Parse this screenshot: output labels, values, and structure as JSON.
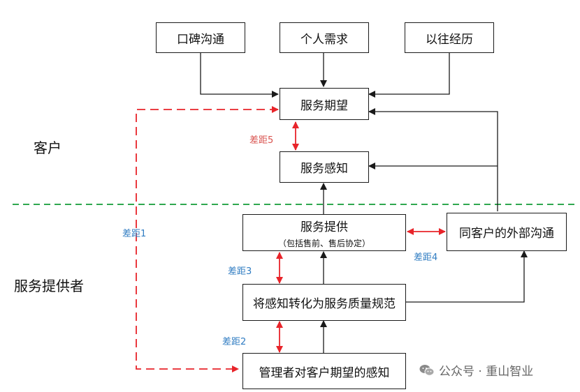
{
  "nodes": {
    "word_of_mouth": "口碑沟通",
    "personal_needs": "个人需求",
    "past_experience": "以往经历",
    "expected_service": "服务期望",
    "perceived_service": "服务感知",
    "service_delivery": "服务提供",
    "service_delivery_sub": "（包括售前、售后协定）",
    "external_comm": "同客户的外部沟通",
    "translation_specs": "将感知转化为服务质量规范",
    "mgmt_perception": "管理者对客户期望的感知"
  },
  "sections": {
    "customer": "客户",
    "provider": "服务提供者"
  },
  "gaps": {
    "gap1": "差距1",
    "gap2": "差距2",
    "gap3": "差距3",
    "gap4": "差距4",
    "gap5": "差距5"
  },
  "colors": {
    "gap_red": "#e8242a",
    "gap_label_blue": "#2f7cc2",
    "gap5_label": "#d9534f",
    "divider_green": "#2fa84f"
  },
  "watermark": "公众号 · 重山智业"
}
